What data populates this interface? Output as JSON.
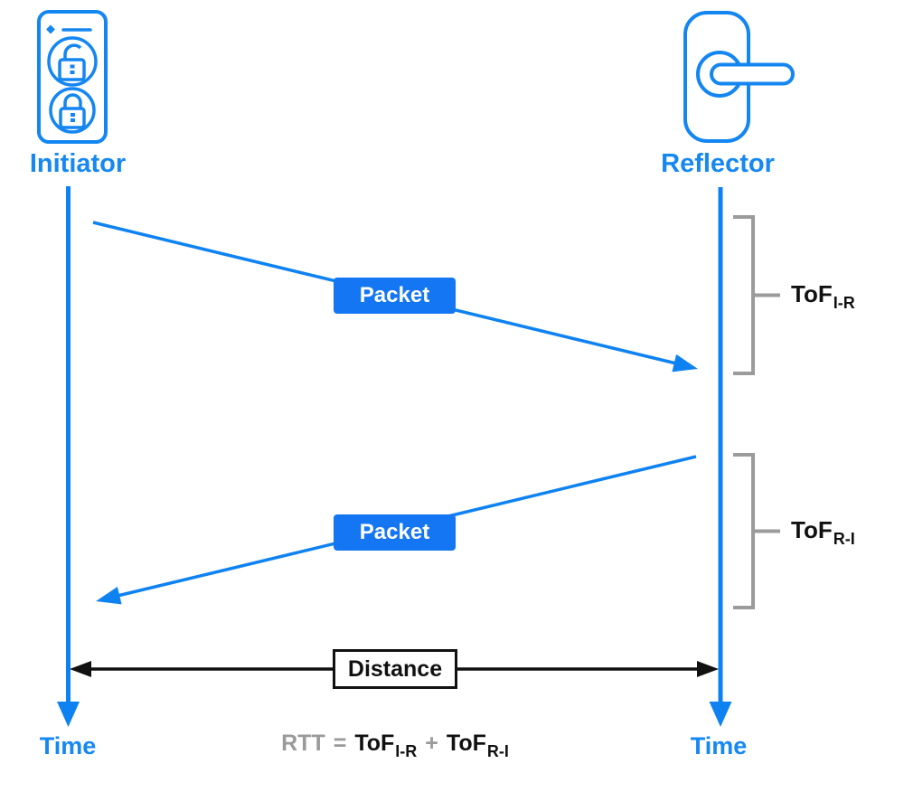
{
  "colors": {
    "line_blue": "#0F82F2",
    "packet_blue": "#1476F2",
    "label_blue": "#1588F2",
    "bracket_gray": "#9B9B9B",
    "formula_gray": "#9A9A9A",
    "black": "#111111"
  },
  "initiator": {
    "label": "Initiator",
    "time_label": "Time",
    "icon": "smart-lock-device-icon"
  },
  "reflector": {
    "label": "Reflector",
    "time_label": "Time",
    "icon": "door-handle-icon"
  },
  "packets": {
    "initiator_to_reflector": "Packet",
    "reflector_to_initiator": "Packet"
  },
  "tof_labels": {
    "i_r": {
      "base": "ToF",
      "sub": "I-R"
    },
    "r_i": {
      "base": "ToF",
      "sub": "R-I"
    }
  },
  "distance_label": "Distance",
  "formula": {
    "lhs": "RTT",
    "equals": "=",
    "term1": {
      "base": "ToF",
      "sub": "I-R"
    },
    "plus": "+",
    "term2": {
      "base": "ToF",
      "sub": "R-I"
    }
  }
}
